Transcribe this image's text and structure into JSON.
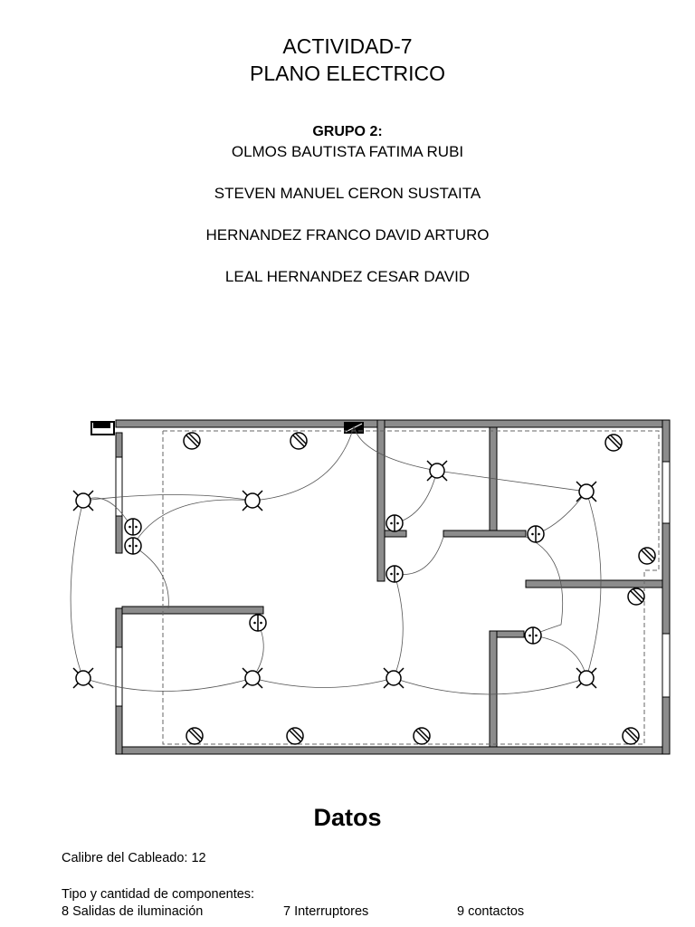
{
  "header": {
    "title_line1": "ACTIVIDAD-7",
    "title_line2": "PLANO ELECTRICO"
  },
  "group": {
    "label": "GRUPO 2:",
    "members": [
      "OLMOS BAUTISTA FATIMA RUBI",
      "STEVEN MANUEL CERON SUSTAITA",
      "HERNANDEZ FRANCO DAVID ARTURO",
      "LEAL HERNANDEZ CESAR DAVID"
    ]
  },
  "datos": {
    "heading": "Datos",
    "calibre": "Calibre del Cableado: 12",
    "components_label": "Tipo y cantidad de componentes:",
    "components": [
      "8 Salidas de iluminación",
      "7 Interruptores",
      "9 contactos"
    ]
  }
}
